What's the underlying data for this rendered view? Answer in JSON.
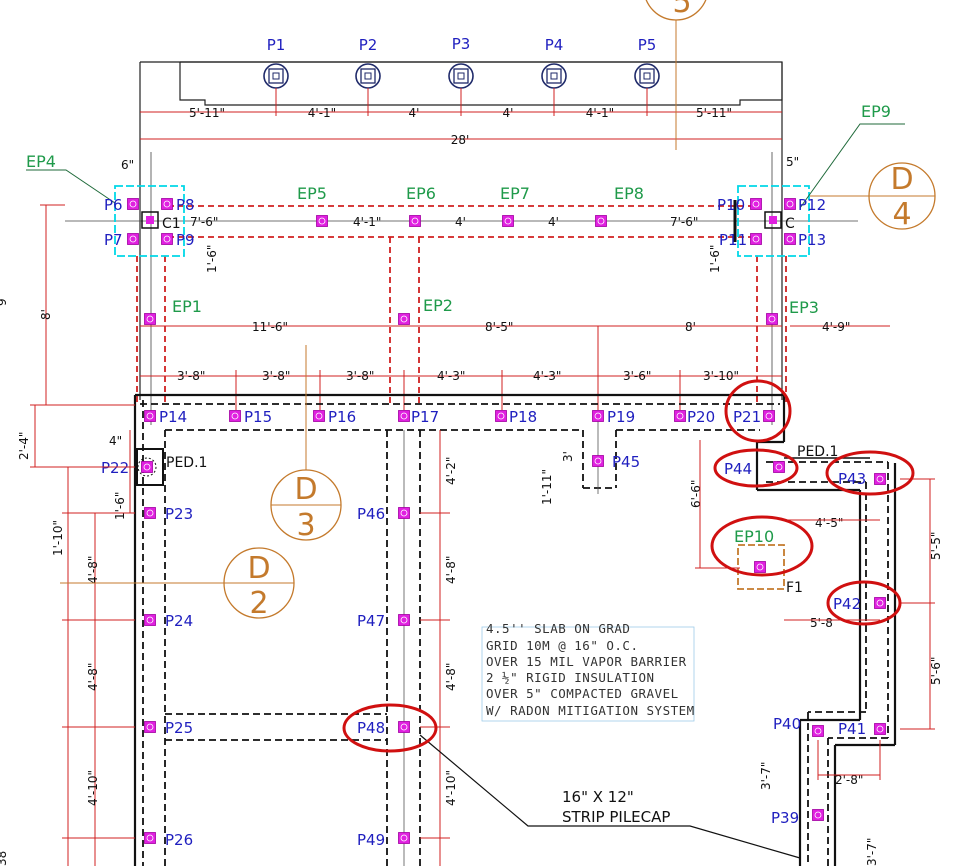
{
  "top_piles": [
    "P1",
    "P2",
    "P3",
    "P4",
    "P5"
  ],
  "top_dims": [
    "5'-11\"",
    "4'-1\"",
    "4'",
    "4'",
    "4'-1\"",
    "5'-11\""
  ],
  "total_width": "28'",
  "ep_labels": {
    "ep1": "EP1",
    "ep2": "EP2",
    "ep3": "EP3",
    "ep4": "EP4",
    "ep5": "EP5",
    "ep6": "EP6",
    "ep7": "EP7",
    "ep8": "EP8",
    "ep9": "EP9",
    "ep10": "EP10"
  },
  "column_labels": {
    "c1": "C1",
    "c2": "C"
  },
  "piles": {
    "p6": "P6",
    "p7": "P7",
    "p8": "P8",
    "p9": "P9",
    "p10": "P10",
    "p11": "P11",
    "p12": "P12",
    "p13": "P13",
    "p14": "P14",
    "p15": "P15",
    "p16": "P16",
    "p17": "P17",
    "p18": "P18",
    "p19": "P19",
    "p20": "P20",
    "p21": "P21",
    "p22": "P22",
    "p23": "P23",
    "p24": "P24",
    "p25": "P25",
    "p26": "P26",
    "p39": "P39",
    "p40": "P40",
    "p41": "P41",
    "p42": "P42",
    "p43": "P43",
    "p44": "P44",
    "p45": "P45",
    "p46": "P46",
    "p47": "P47",
    "p48": "P48",
    "p49": "P49"
  },
  "dims": {
    "d6in": "6\"",
    "d5in": "5\"",
    "d76a": "7'-6\"",
    "d41": "4'-1\"",
    "d4a": "4'",
    "d4b": "4'",
    "d76b": "7'-6\"",
    "d16a": "1'-6\"",
    "d16b": "1'-6\"",
    "d8v": "8'",
    "d116": "11'-6\"",
    "d85": "8'-5\"",
    "d8h": "8'",
    "d49": "4'-9\"",
    "d38a": "3'-8\"",
    "d38b": "3'-8\"",
    "d38c": "3'-8\"",
    "d43a": "4'-3\"",
    "d43b": "4'-3\"",
    "d36": "3'-6\"",
    "d310": "3'-10\"",
    "d24": "2'-4\"",
    "d4in": "4\"",
    "d16c": "1'-6\"",
    "d110": "1'-10\"",
    "d48a": "4'-8\"",
    "d48b": "4'-8\"",
    "d410a": "4'-10\"",
    "d42": "4'-2\"",
    "d48c": "4'-8\"",
    "d48d": "4'-8\"",
    "d410b": "4'-10\"",
    "d3in": "3'",
    "d111": "1'-11\"",
    "d66": "6'-6\"",
    "d45": "4'-5\"",
    "d55": "5'-5\"",
    "d58": "5'-8",
    "d56": "5'-6\"",
    "d28": "2'-8\"",
    "d37a": "3'-7\"",
    "d37b": "3'-7\""
  },
  "ped_labels": {
    "ped1a": "PED.1",
    "ped1b": "PED.1"
  },
  "footing_label": "F1",
  "bubbles": {
    "b5": "5",
    "bd4a": "D",
    "bd4b": "4",
    "bd3a": "D",
    "bd3b": "3",
    "bd2a": "D",
    "bd2b": "2"
  },
  "slab_note": [
    "4.5'' SLAB ON GRAD",
    "GRID 10M @ 16\"  O.C.",
    "OVER 15 MIL VAPOR BARRIER",
    "2 ½\"  RIGID INSULATION",
    "OVER 5\"  COMPACTED  GRAVEL",
    "W/ RADON MITIGATION SYSTEM"
  ],
  "pilecap_note": [
    "16\" X 12\"",
    "STRIP PILECAP"
  ],
  "edge_text": {
    "left9": "9",
    "left38": "38"
  },
  "colors": {
    "pile_text": "#1f1fbf",
    "ep_text": "#1f9a4a",
    "pile_marker": "#e020e0",
    "dashed_red": "#d02020",
    "bubble": "#c47a2c",
    "highlight": "#d01010",
    "cyan": "#00d8e8"
  }
}
